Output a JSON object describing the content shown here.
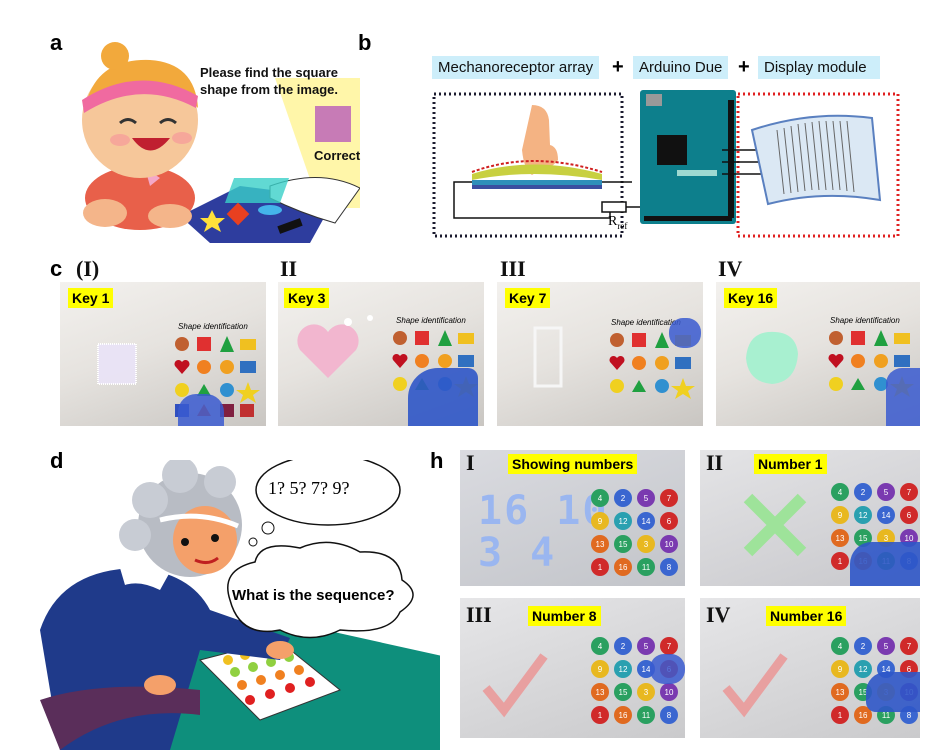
{
  "panel_labels": {
    "a": "a",
    "b": "b",
    "c": "c",
    "d": "d",
    "h": "h"
  },
  "panel_a": {
    "prompt_line1": "Please find the square",
    "prompt_line2": "shape from the image.",
    "feedback": "Correct"
  },
  "panel_b": {
    "box1": "Mechanoreceptor array",
    "box2": "Arduino Due",
    "box3": "Display module",
    "plus1": "+",
    "plus2": "+",
    "resistor_label": "R",
    "resistor_sub": "ref"
  },
  "panel_c": {
    "roman": [
      "(I)",
      "II",
      "III",
      "IV"
    ],
    "keys": [
      "Key 1",
      "Key 3",
      "Key 7",
      "Key 16"
    ],
    "chart_title": "Shape identification"
  },
  "panel_d": {
    "thought1": "1? 5? 7? 9?",
    "thought2": "What is the sequence?"
  },
  "panel_h": {
    "roman": [
      "I",
      "II",
      "III",
      "IV"
    ],
    "tags": [
      "Showing numbers",
      "Number 1",
      "Number 8",
      "Number 16"
    ],
    "display_digits_top": "16 10",
    "display_digits_bottom": "3 4",
    "grid_numbers": [
      "4",
      "2",
      "5",
      "7",
      "9",
      "12",
      "14",
      "6",
      "13",
      "15",
      "3",
      "10",
      "1",
      "16",
      "11",
      "8"
    ]
  },
  "colors": {
    "label_bg": "#ffff00",
    "box_bg": "#cdeefa",
    "dotted_black": "#1a1a2e",
    "dotted_red": "#e02020"
  }
}
